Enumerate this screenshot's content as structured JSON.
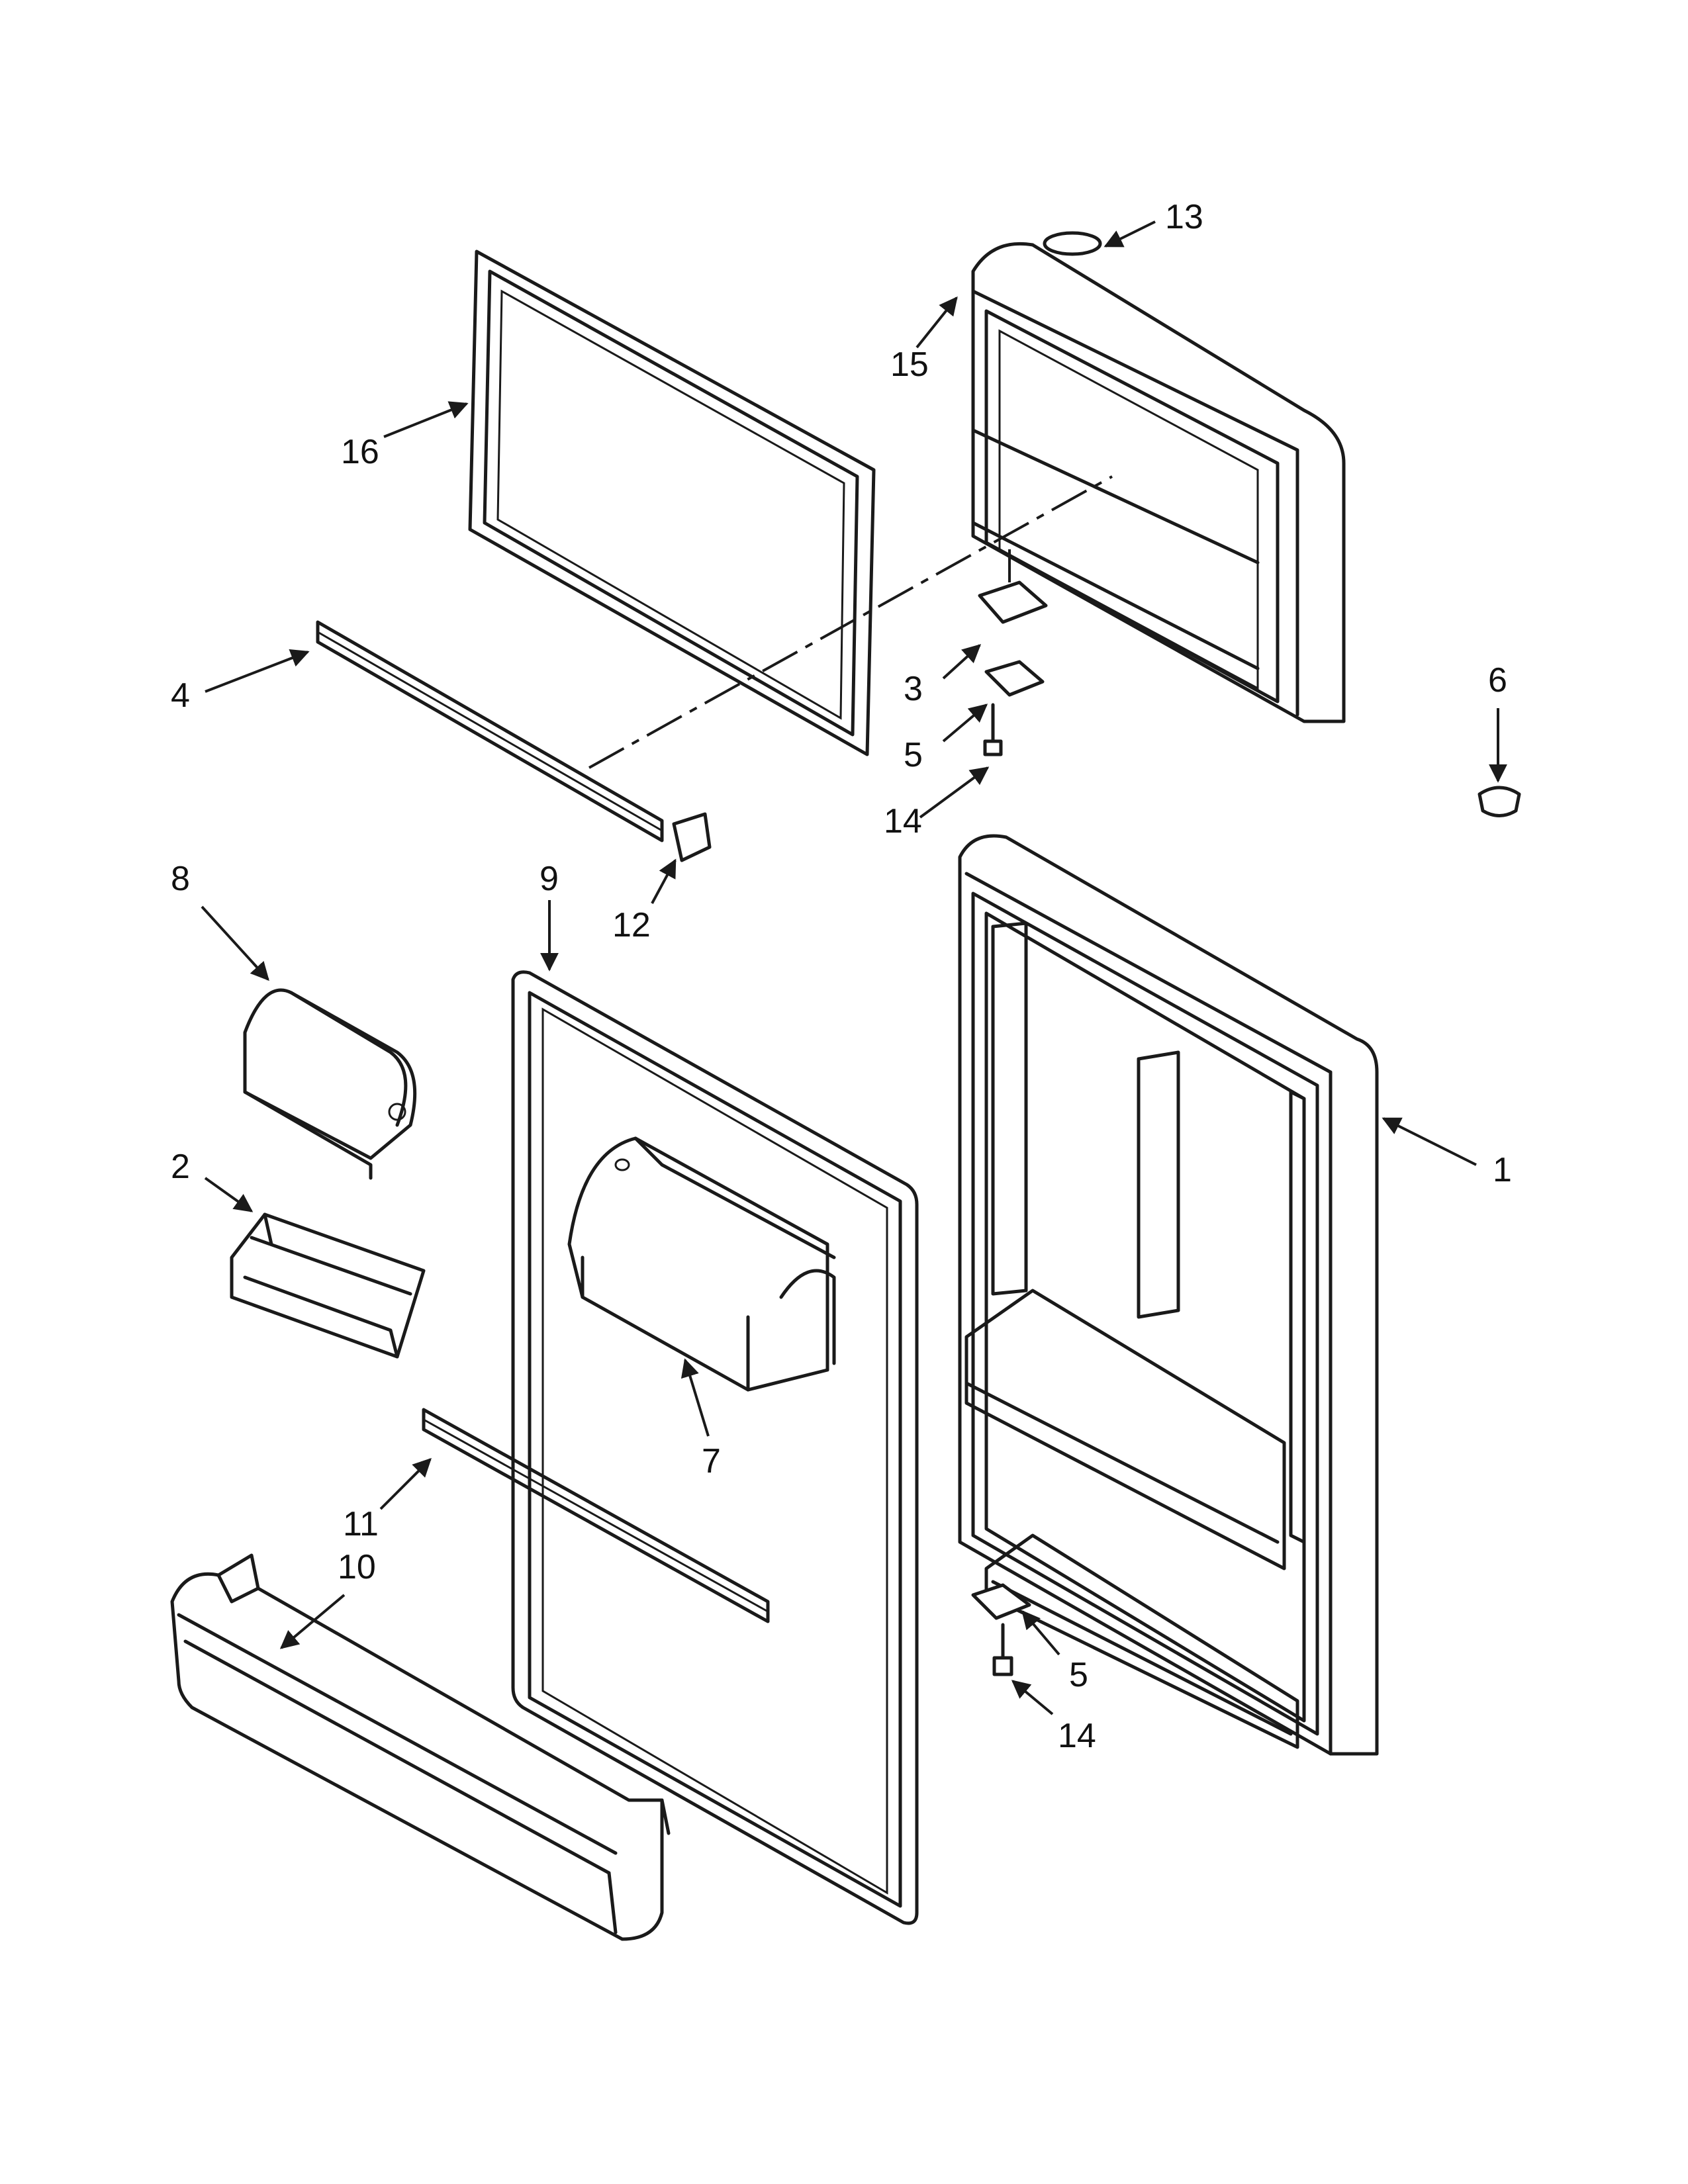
{
  "callouts": {
    "c1": "1",
    "c2": "2",
    "c3": "3",
    "c4": "4",
    "c5a": "5",
    "c5b": "5",
    "c6": "6",
    "c7": "7",
    "c8": "8",
    "c9": "9",
    "c10": "10",
    "c11": "11",
    "c12": "12",
    "c13": "13",
    "c14a": "14",
    "c14b": "14",
    "c15": "15",
    "c16": "16"
  }
}
